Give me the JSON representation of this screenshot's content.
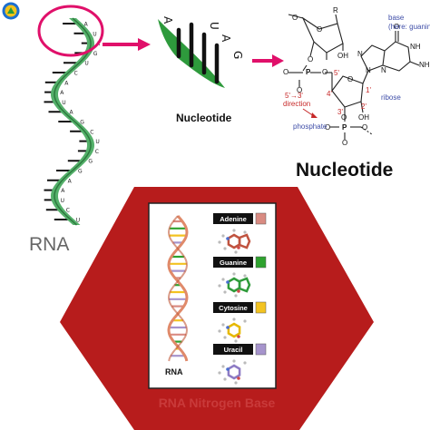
{
  "logo": {
    "icon": "circular-badge-logo"
  },
  "rna_strand": {
    "label": "RNA",
    "highlight_color": "#e0106a",
    "bases": [
      "A",
      "U",
      "A",
      "G",
      "U",
      "C",
      "A",
      "A",
      "U",
      "A",
      "G",
      "C",
      "U",
      "C",
      "G",
      "G",
      "A",
      "A",
      "U",
      "C",
      "U"
    ]
  },
  "zoom": {
    "bases": [
      "A",
      "U",
      "A",
      "G"
    ],
    "caption": "Nucleotide",
    "arrow_color": "#e0106a",
    "strand_color": "#2e9a3c"
  },
  "structure": {
    "base_label": "base",
    "base_sublabel": "(here: guanine)",
    "ribose_label": "ribose",
    "phosphate_label": "phosphate",
    "direction_label": "5'→3'",
    "direction_label2": "direction",
    "atoms": {
      "O": "O",
      "OH": "OH",
      "NH": "NH",
      "NH2": "NH",
      "N": "N",
      "P": "P",
      "R": "R",
      "prime5": "5'",
      "prime4": "4'",
      "prime3": "3'",
      "prime2": "2'",
      "prime1": "1'"
    }
  },
  "title": "Nucleotide",
  "panel": {
    "bg_color": "#b71c1c",
    "caption": "RNA Nitrogen Base",
    "rna_label": "RNA",
    "bases": [
      {
        "name": "Adenine",
        "swatch": "#d98b82",
        "ring": "#c0533f"
      },
      {
        "name": "Guanine",
        "swatch": "#2ea22e",
        "ring": "#2f9b3a"
      },
      {
        "name": "Cytosine",
        "swatch": "#f3c321",
        "ring": "#e6b800"
      },
      {
        "name": "Uracil",
        "swatch": "#a694cc",
        "ring": "#8d7bc4"
      }
    ]
  }
}
